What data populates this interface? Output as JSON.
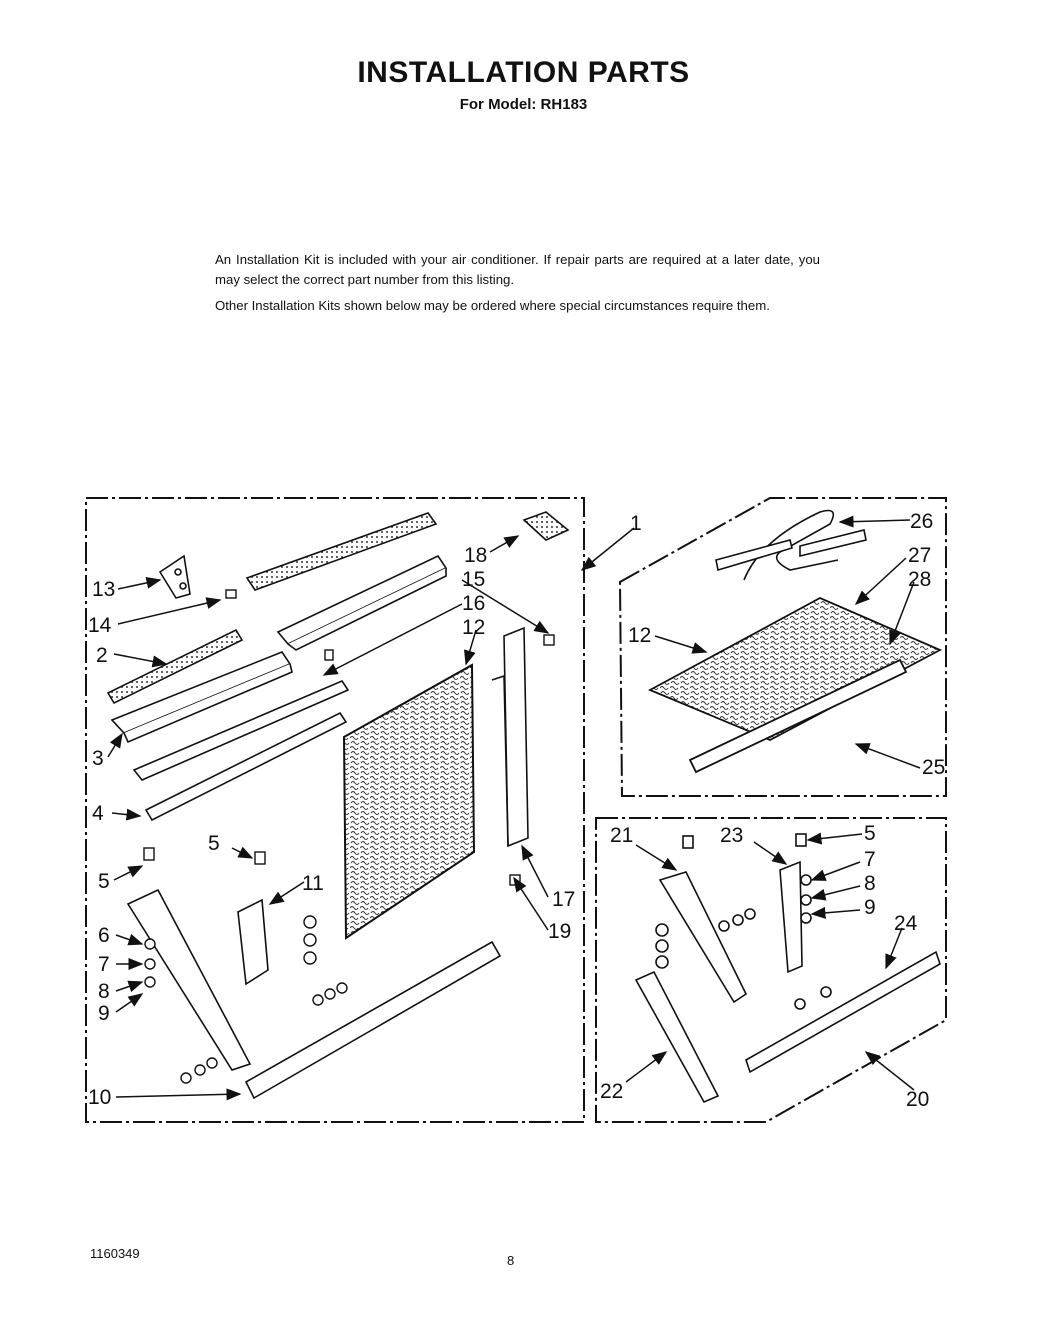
{
  "header": {
    "title": "INSTALLATION PARTS",
    "subtitle": "For Model: RH183"
  },
  "intro": {
    "paragraph1": "An Installation Kit is included with your air conditioner. If repair parts are required at a later date, you may select the correct part number from this listing.",
    "paragraph2": "Other Installation Kits shown below may be ordered where special circumstances require them."
  },
  "callouts": {
    "c1": "1",
    "c2": "2",
    "c3": "3",
    "c4": "4",
    "c5a": "5",
    "c5b": "5",
    "c5c": "5",
    "c6": "6",
    "c7a": "7",
    "c7b": "7",
    "c8a": "8",
    "c8b": "8",
    "c9a": "9",
    "c9b": "9",
    "c10": "10",
    "c11": "11",
    "c12a": "12",
    "c12b": "12",
    "c13": "13",
    "c14": "14",
    "c15": "15",
    "c16": "16",
    "c17": "17",
    "c18": "18",
    "c19": "19",
    "c20": "20",
    "c21": "21",
    "c22": "22",
    "c23": "23",
    "c24": "24",
    "c25": "25",
    "c26": "26",
    "c27": "27",
    "c28": "28"
  },
  "footer": {
    "document_number": "1160349",
    "page_number": "8"
  }
}
